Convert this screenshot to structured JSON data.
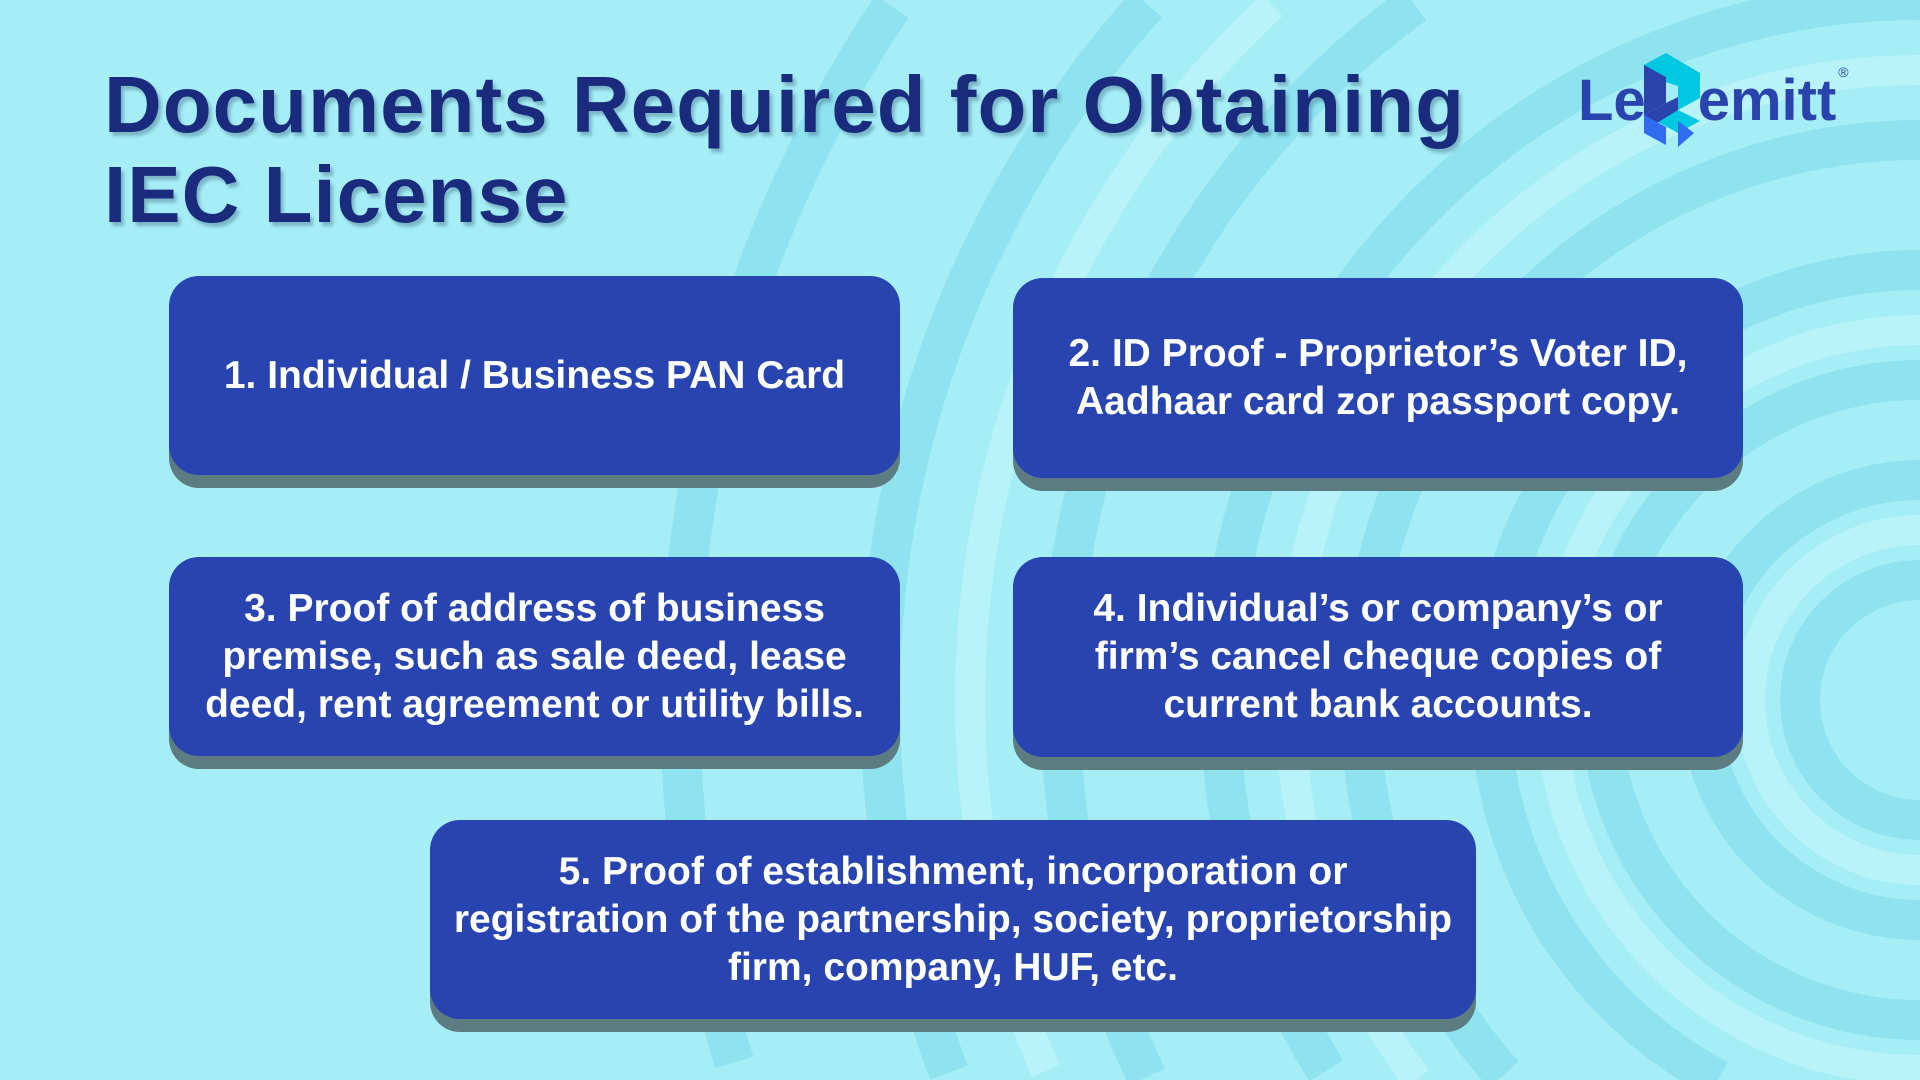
{
  "title": {
    "line1": "Documents Required for Obtaining",
    "line2": "IEC License"
  },
  "logo": {
    "text_before": "Le",
    "text_after": "emitt",
    "full_name": "LeRemitt",
    "registered": "®"
  },
  "documents": [
    {
      "text": "1. Individual / Business PAN Card"
    },
    {
      "text": "2. ID Proof - Proprietor’s Voter ID, Aadhaar card zor passport copy."
    },
    {
      "text": "3. Proof of address of business premise, such as sale deed, lease deed, rent agreement or utility bills."
    },
    {
      "text": "4. Individual’s or company’s or firm’s cancel cheque copies of current bank accounts."
    },
    {
      "text": "5. Proof of establishment, incorporation or registration of the partnership, society, proprietorship firm, company, HUF, etc."
    }
  ],
  "colors": {
    "background": "#a6eef6",
    "card": "#2744b0",
    "title": "#1a2b7e",
    "logo_cyan": "#00c8e0",
    "logo_blue": "#2b44ad"
  }
}
